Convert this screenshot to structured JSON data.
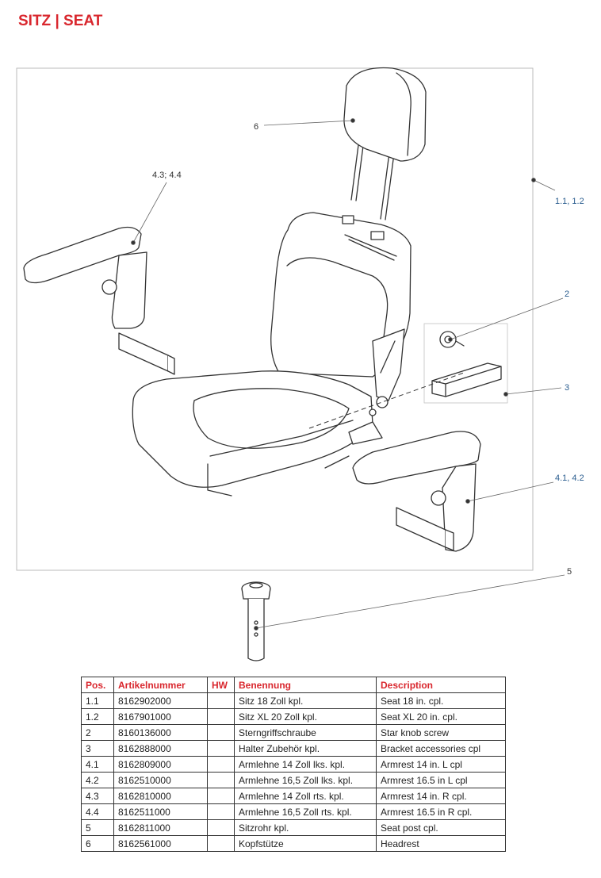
{
  "page": {
    "title": "SITZ | SEAT"
  },
  "callouts": {
    "headrest": "6",
    "armrest_right": "4.3; 4.4",
    "seat": "1.1, 1.2",
    "star_knob": "2",
    "bracket": "3",
    "armrest_left": "4.1, 4.2",
    "seat_post": "5"
  },
  "table": {
    "headers": [
      "Pos.",
      "Artikelnummer",
      "HW",
      "Benennung",
      "Description"
    ],
    "rows": [
      {
        "pos": "1.1",
        "article": "8162902000",
        "hw": "",
        "name_de": "Sitz 18 Zoll kpl.",
        "desc_en": "Seat 18 in. cpl."
      },
      {
        "pos": "1.2",
        "article": "8167901000",
        "hw": "",
        "name_de": "Sitz XL 20 Zoll kpl.",
        "desc_en": "Seat XL 20 in. cpl."
      },
      {
        "pos": "2",
        "article": "8160136000",
        "hw": "",
        "name_de": "Sterngriffschraube",
        "desc_en": "Star knob screw"
      },
      {
        "pos": "3",
        "article": "8162888000",
        "hw": "",
        "name_de": "Halter Zubehör kpl.",
        "desc_en": "Bracket accessories cpl"
      },
      {
        "pos": "4.1",
        "article": "8162809000",
        "hw": "",
        "name_de": "Armlehne 14 Zoll lks. kpl.",
        "desc_en": "Armrest 14 in. L cpl"
      },
      {
        "pos": "4.2",
        "article": "8162510000",
        "hw": "",
        "name_de": "Armlehne 16,5 Zoll lks. kpl.",
        "desc_en": "Armrest 16.5 in  L cpl"
      },
      {
        "pos": "4.3",
        "article": "8162810000",
        "hw": "",
        "name_de": "Armlehne 14 Zoll rts. kpl.",
        "desc_en": "Armrest 14 in. R cpl."
      },
      {
        "pos": "4.4",
        "article": "8162511000",
        "hw": "",
        "name_de": "Armlehne 16,5 Zoll rts. kpl.",
        "desc_en": "Armrest 16.5 in  R cpl."
      },
      {
        "pos": "5",
        "article": "8162811000",
        "hw": "",
        "name_de": "Sitzrohr kpl.",
        "desc_en": "Seat post cpl."
      },
      {
        "pos": "6",
        "article": "8162561000",
        "hw": "",
        "name_de": "Kopfstütze",
        "desc_en": "Headrest"
      }
    ]
  }
}
